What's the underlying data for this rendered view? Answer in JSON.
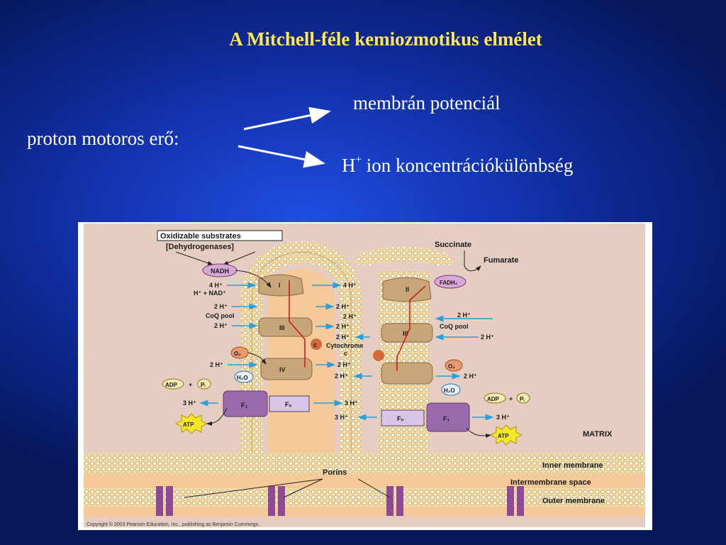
{
  "slide": {
    "title": "A Mitchell-féle kemiozmotikus elmélet",
    "proton_label": "proton motoros erő:",
    "membrane_potential": "membrán potenciál",
    "ion_prefix": "H",
    "ion_superscript": "+",
    "ion_text": " ion koncentrációkülönbség"
  },
  "colors": {
    "title": "#ffe84d",
    "text": "#ffffff",
    "background": "#1537b8"
  },
  "figure": {
    "oxidizable": "Oxidizable substrates",
    "dehydrogenases": "[Dehydrogenases]",
    "nadh": "NADH",
    "four_h_left": "4 H⁺",
    "h_nad": "H⁺ + NAD⁺",
    "two_h_a": "2 H⁺",
    "coq_pool_left": "CoQ pool",
    "two_h_b": "2 H⁺",
    "o2_left": "O₂",
    "two_h_c": "2 H⁺",
    "h2o_left": "H₂O",
    "adp_left": "ADP",
    "plus": "+",
    "pi": "Pᵢ",
    "three_h_left": "3 H⁺",
    "atp_left": "ATP",
    "complex_i": "I",
    "complex_ii": "II",
    "complex_iii": "III",
    "complex_iv": "IV",
    "f1": "F₁",
    "fo": "Fₒ",
    "cyt_c": "c",
    "mid_four_h": "4 H⁺",
    "mid_two_h_1": "2 H⁺",
    "mid_two_h_2": "2 H⁺",
    "mid_two_h_3": "2 H⁺",
    "mid_two_h_4": "2 H⁺",
    "cytochrome": "Cytochrome",
    "cytochrome_c": "c",
    "mid_two_h_5": "2 H⁺",
    "mid_two_h_6": "2 H⁺",
    "mid_three_h_1": "3 H⁺",
    "mid_three_h_2": "3 H⁺",
    "succinate": "Succinate",
    "fumarate": "Fumarate",
    "fadh2": "FADH₂",
    "coq_pool_right": "CoQ pool",
    "two_h_r1": "2 H⁺",
    "two_h_r2": "2 H⁺",
    "two_h_r3": "2 H⁺",
    "o2_right": "O₂",
    "h2o_right": "H₂O",
    "adp_right": "ADP",
    "three_h_right": "3 H⁺",
    "atp_right": "ATP",
    "matrix": "MATRIX",
    "inner_membrane": "Inner membrane",
    "intermembrane_space": "Intermembrane space",
    "outer_membrane": "Outer membrane",
    "porins": "Porins",
    "copyright": "Copyright © 2003 Pearson Education, Inc., publishing as Benjamin Cummings."
  }
}
